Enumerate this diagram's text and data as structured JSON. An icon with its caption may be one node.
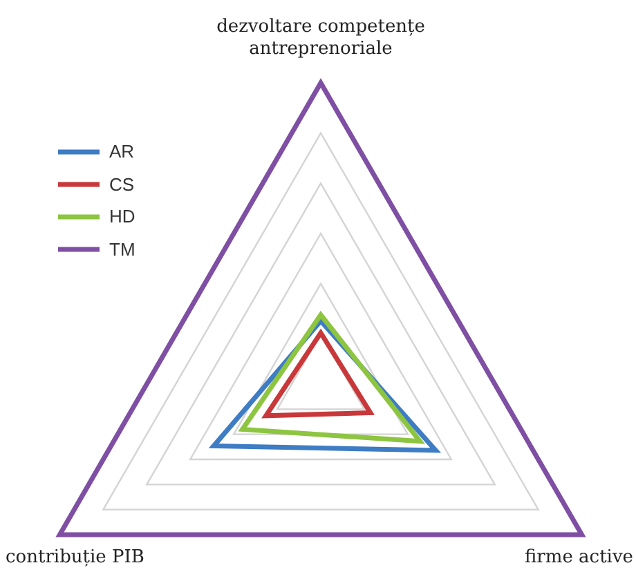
{
  "diagram": {
    "labels": [
      "dezvoltare competențe antreprenoriale",
      "contribuție PIB",
      "firme active"
    ],
    "legend": [
      {
        "text": "AR"
      },
      {
        "text": "CS"
      },
      {
        "text": "HD"
      },
      {
        "text": "TM"
      }
    ]
  }
}
